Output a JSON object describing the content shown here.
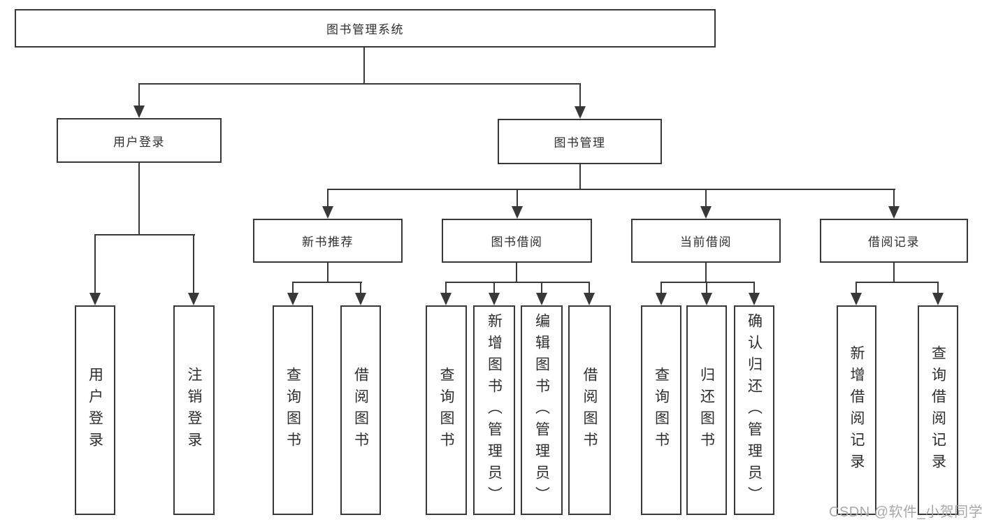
{
  "tree": {
    "root": {
      "label": "图书管理系统",
      "children": [
        {
          "label": "用户登录",
          "children": [
            {
              "label": "用户登录"
            },
            {
              "label": "注销登录"
            }
          ]
        },
        {
          "label": "图书管理",
          "children": [
            {
              "label": "新书推荐",
              "children": [
                {
                  "label": "查询图书"
                },
                {
                  "label": "借阅图书"
                }
              ]
            },
            {
              "label": "图书借阅",
              "children": [
                {
                  "label": "查询图书"
                },
                {
                  "label": "新增图书（管理员）"
                },
                {
                  "label": "编辑图书（管理员）"
                },
                {
                  "label": "借阅图书"
                }
              ]
            },
            {
              "label": "当前借阅",
              "children": [
                {
                  "label": "查询图书"
                },
                {
                  "label": "归还图书"
                },
                {
                  "label": "确认归还（管理员）"
                }
              ]
            },
            {
              "label": "借阅记录",
              "children": [
                {
                  "label": "新增借阅记录"
                },
                {
                  "label": "查询借阅记录"
                }
              ]
            }
          ]
        }
      ]
    }
  },
  "watermark": {
    "text": "CSDN @软件_小贺同学"
  },
  "colors": {
    "line": "#383838",
    "text": "#2e2e2e",
    "watermark": "#a8a8a8",
    "background": "#ffffff"
  }
}
